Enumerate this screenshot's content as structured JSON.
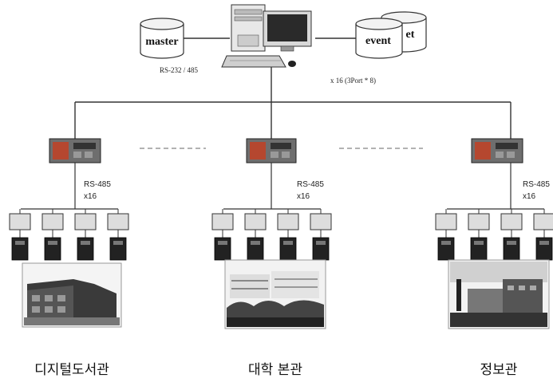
{
  "server": {
    "master_db_label": "master",
    "event_db_label": "event",
    "event_db_back_label": "et",
    "serial_link_label": "RS-232 / 485",
    "port_label": "x 16 (3Port * 8)"
  },
  "branches": [
    {
      "bus_label": "RS-485",
      "bus_count": "x16",
      "building_name": "디지털도서관"
    },
    {
      "bus_label": "RS-485",
      "bus_count": "x16",
      "building_name": "대학 본관"
    },
    {
      "bus_label": "RS-485",
      "bus_count": "x16",
      "building_name": "정보관"
    }
  ],
  "colors": {
    "line": "#333333",
    "controller_red": "#b5472f",
    "terminal_fill": "#dddddd",
    "reader_fill": "#222222"
  }
}
